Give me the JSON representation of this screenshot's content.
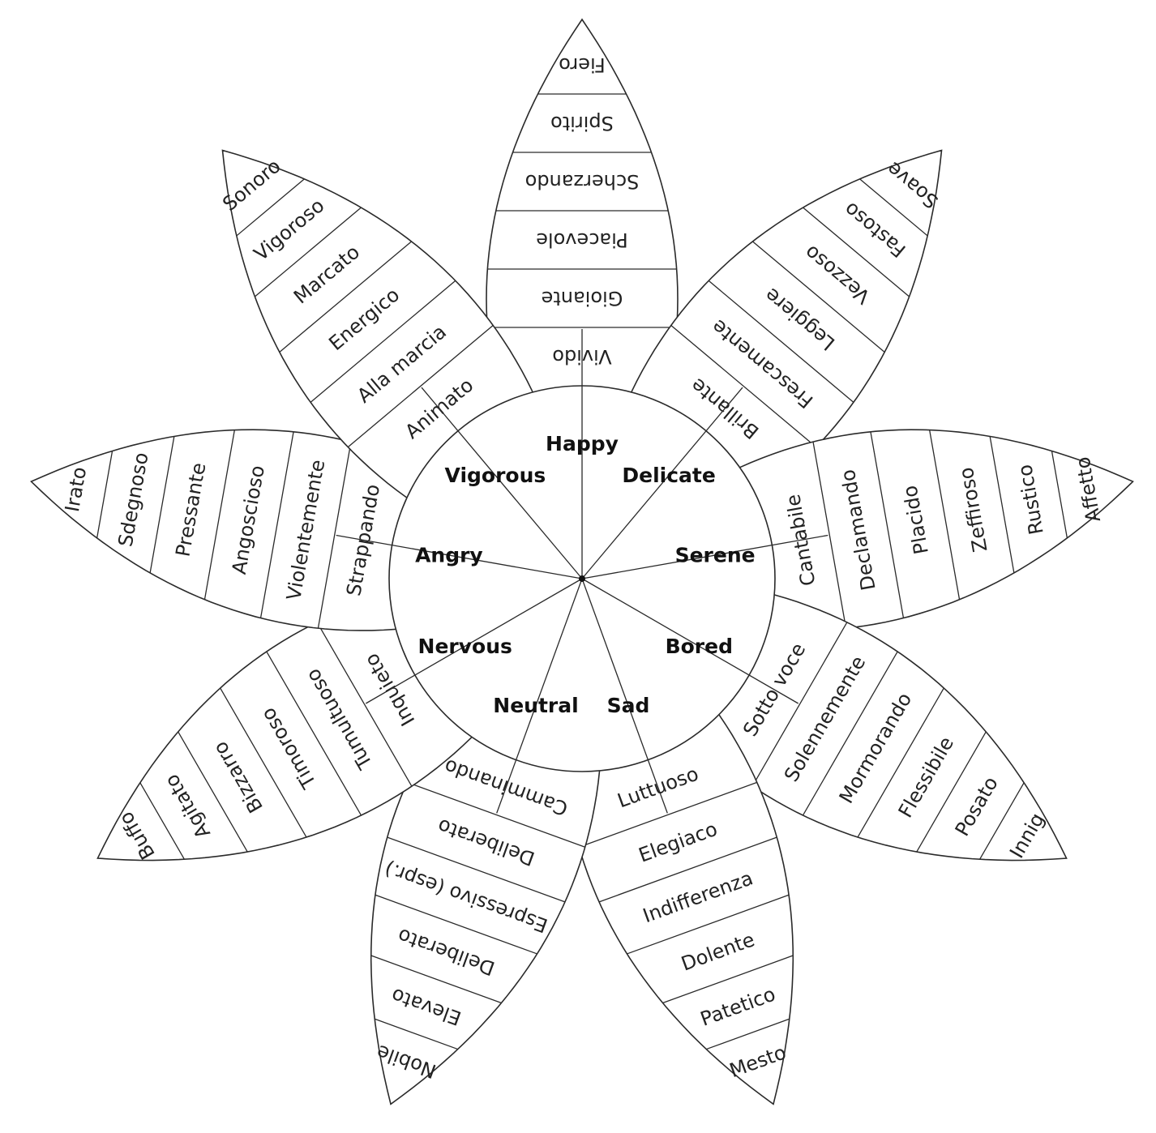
{
  "emotions": [
    {
      "label": "Happy",
      "terms": [
        "Vivido",
        "Gioiante",
        "Piacevole",
        "Scherzando",
        "Spirito",
        "Fiero"
      ]
    },
    {
      "label": "Delicate",
      "terms": [
        "Brillante",
        "Frescamente",
        "Leggiere",
        "Vezzoso",
        "Fastoso",
        "Soave"
      ]
    },
    {
      "label": "Serene",
      "terms": [
        "Cantabile",
        "Declamando",
        "Placido",
        "Zeffiroso",
        "Rustico",
        "Affetto"
      ]
    },
    {
      "label": "Bored",
      "terms": [
        "Sotto voce",
        "Solennemente",
        "Mormorando",
        "Flessibile",
        "Posato",
        "Innig"
      ]
    },
    {
      "label": "Sad",
      "terms": [
        "Luttuoso",
        "Elegiaco",
        "Indifferenza",
        "Dolente",
        "Patetico",
        "Mesto"
      ]
    },
    {
      "label": "Neutral",
      "terms": [
        "Camminando",
        "Deliberato",
        "Espressivo (espr.)",
        "Deliberato",
        "Elevato",
        "Nobile"
      ]
    },
    {
      "label": "Nervous",
      "terms": [
        "Inquieto",
        "Tumultuoso",
        "Timoroso",
        "Bizzarro",
        "Agitato",
        "Buffo"
      ]
    },
    {
      "label": "Angry",
      "terms": [
        "Strappando",
        "Violentemente",
        "Angoscioso",
        "Pressante",
        "Sdegnoso",
        "Irato"
      ]
    },
    {
      "label": "Vigorous",
      "terms": [
        "Animato",
        "Alla marcia",
        "Energico",
        "Marcato",
        "Vigoroso",
        "Sonoro"
      ]
    }
  ]
}
